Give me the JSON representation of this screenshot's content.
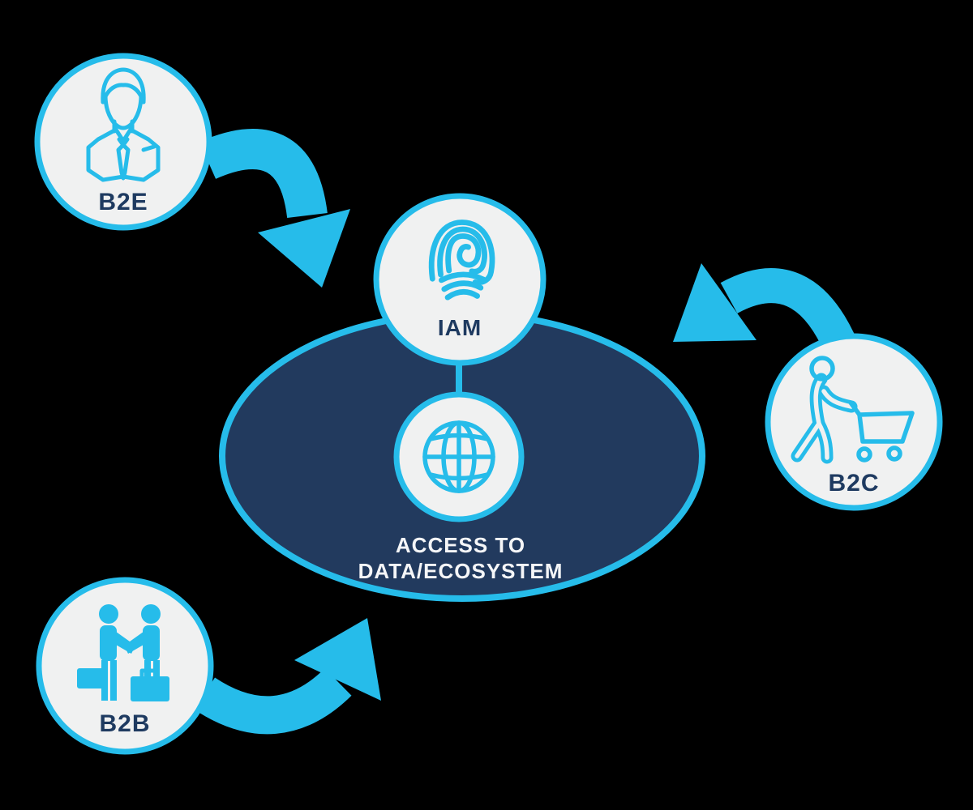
{
  "colors": {
    "cyan": "#26BCEA",
    "navy": "#223A5E",
    "circle_fill": "#F0F1F1",
    "label_navy": "#1E3A60",
    "text_white": "#F5F6F8",
    "background": "#000000"
  },
  "center": {
    "iam_label": "IAM",
    "iam_icon": "fingerprint-icon",
    "globe_icon": "globe-icon",
    "line1": "ACCESS TO",
    "line2": "DATA/ECOSYSTEM"
  },
  "nodes": [
    {
      "id": "b2e",
      "label": "B2E",
      "icon": "employee-icon"
    },
    {
      "id": "b2b",
      "label": "B2B",
      "icon": "handshake-icon"
    },
    {
      "id": "b2c",
      "label": "B2C",
      "icon": "shopper-cart-icon"
    }
  ],
  "arrows": [
    {
      "from": "B2E",
      "to": "IAM"
    },
    {
      "from": "B2C",
      "to": "IAM"
    },
    {
      "from": "B2B",
      "to": "IAM"
    }
  ]
}
